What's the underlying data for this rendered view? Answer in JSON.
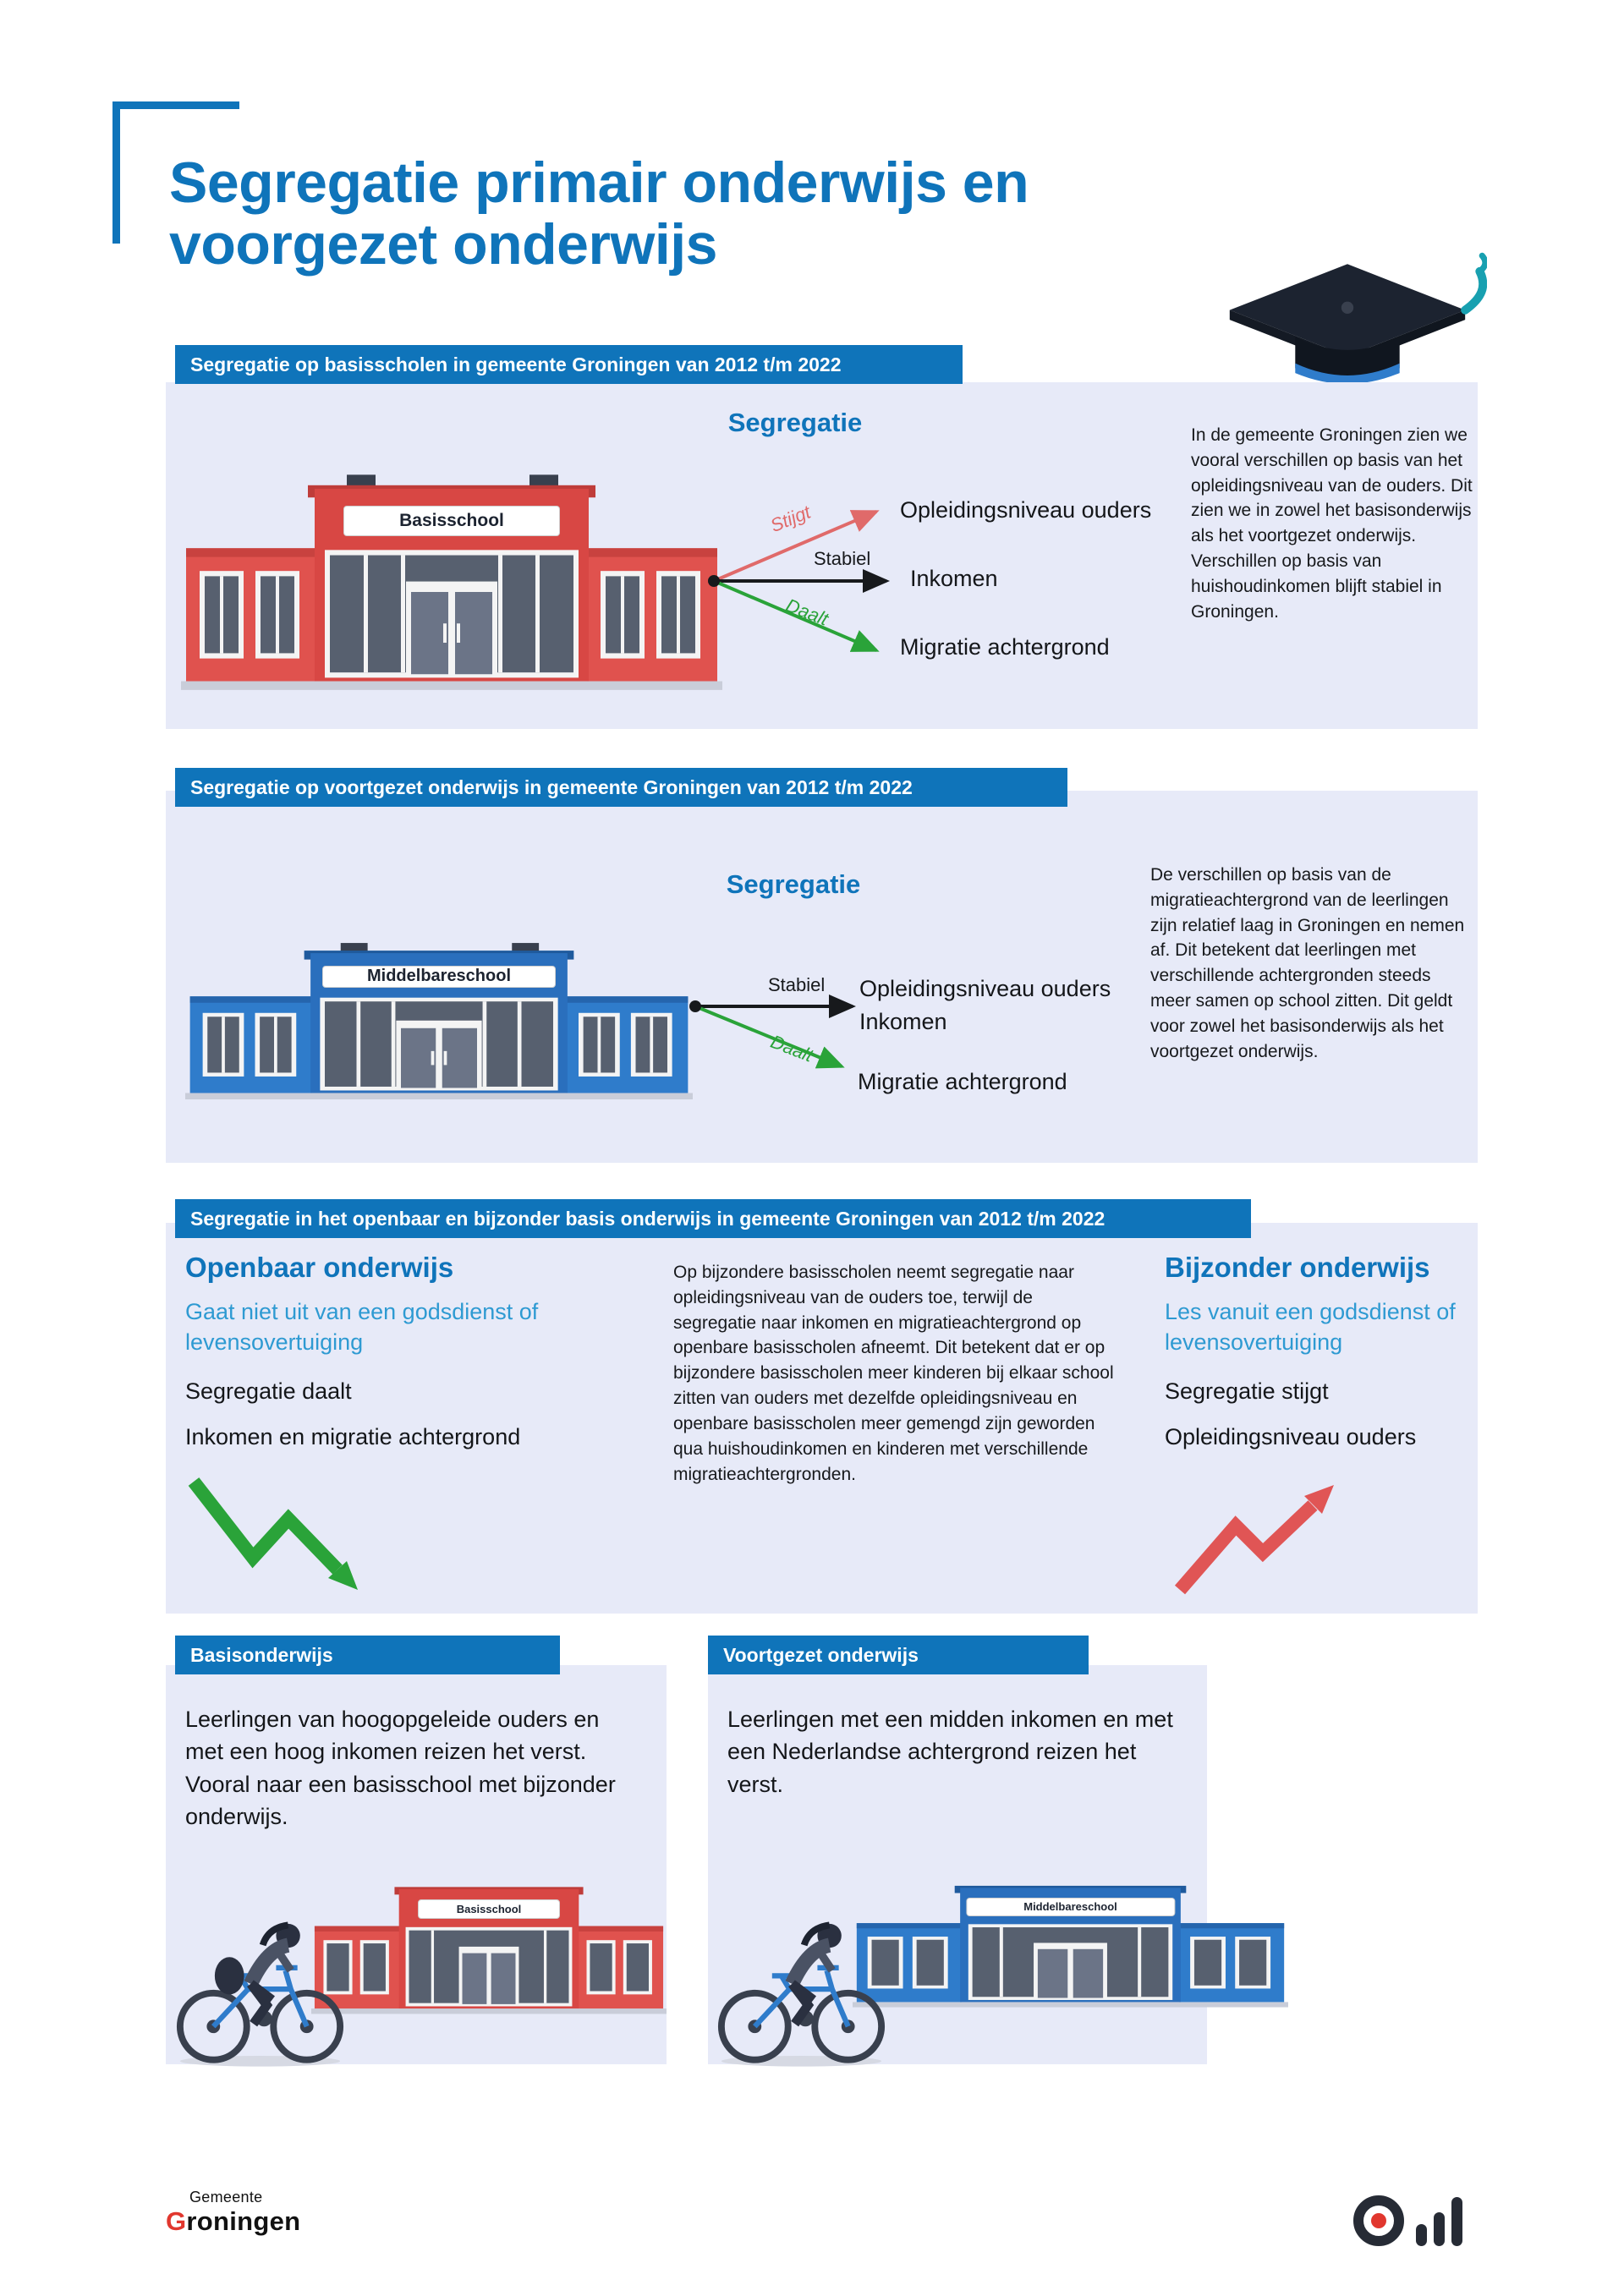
{
  "page": {
    "title": [
      "Segregatie primair onderwijs en",
      "voorgezet onderwijs"
    ]
  },
  "sections": {
    "basis": {
      "header": "Segregatie op basisscholen in gemeente Groningen van 2012 t/m 2022",
      "diagram_title": "Segregatie",
      "building_sign": "Basisschool",
      "arrow_up_label": "Stijgt",
      "arrow_flat_label": "Stabiel",
      "arrow_down_label": "Daalt",
      "target_up": "Opleidingsniveau ouders",
      "target_flat": "Inkomen",
      "target_down": "Migratie achtergrond",
      "body": "In de gemeente Groningen zien we vooral verschillen op basis van het opleidingsniveau van de ouders. Dit zien we in zowel het basisonderwijs als het voortgezet onderwijs. Verschillen op basis van huishoudinkomen blijft stabiel in Groningen."
    },
    "voortgezet": {
      "header": "Segregatie op voortgezet onderwijs in gemeente Groningen van 2012 t/m 2022",
      "diagram_title": "Segregatie",
      "building_sign": "Middelbareschool",
      "arrow_flat_label": "Stabiel",
      "arrow_down_label": "Daalt",
      "target_flat_line1": "Opleidingsniveau ouders",
      "target_flat_line2": "Inkomen",
      "target_down": "Migratie achtergrond",
      "body": "De verschillen op basis van de migratieachtergrond van de leerlingen zijn relatief laag in Groningen en nemen af. Dit betekent dat leerlingen met verschillende achtergronden steeds meer samen op school zitten. Dit geldt voor zowel het basisonderwijs als het voortgezet onderwijs."
    },
    "openbaar_bijzonder": {
      "header": "Segregatie in het openbaar en bijzonder basis onderwijs in gemeente Groningen van 2012 t/m 2022",
      "openbaar": {
        "title": "Openbaar onderwijs",
        "subtitle": "Gaat niet uit van een godsdienst of levensovertuiging",
        "line1": "Segregatie daalt",
        "line2": "Inkomen en migratie achtergrond"
      },
      "body": "Op bijzondere basisscholen neemt segregatie naar opleidingsniveau van de ouders toe, terwijl de segregatie naar inkomen en migratieachtergrond op openbare basisscholen afneemt. Dit betekent dat er op bijzondere basisscholen meer kinderen bij elkaar school zitten van ouders met dezelfde opleidingsniveau en openbare basisscholen meer gemengd zijn geworden qua huishoudinkomen en kinderen met verschillende migratieachtergronden.",
      "bijzonder": {
        "title": "Bijzonder onderwijs",
        "subtitle": "Les vanuit een godsdienst of levensovertuiging",
        "line1": "Segregatie stijgt",
        "line2": "Opleidingsniveau ouders"
      }
    },
    "basisonderwijs": {
      "header": "Basisonderwijs",
      "body": "Leerlingen van hoogopgeleide ouders en met een hoog inkomen reizen het verst. Vooral naar een basisschool met bijzonder onderwijs.",
      "building_sign": "Basisschool"
    },
    "voortgezet_onderwijs": {
      "header": "Voortgezet onderwijs",
      "body": "Leerlingen met een midden inkomen en met een Nederlandse achtergrond reizen het verst.",
      "building_sign": "Middelbareschool"
    }
  },
  "footer": {
    "gemeente_top": "Gemeente",
    "gemeente_g": "G",
    "gemeente_rest": "roningen"
  },
  "colors": {
    "primary_blue": "#0f74ba",
    "light_blue": "#2e9ad2",
    "panel_bg": "#e7eaf8",
    "building_red": "#e0524e",
    "building_blue": "#2f7ccb",
    "arrow_red": "#e06a6a",
    "arrow_green": "#2aa339",
    "zigzag_red": "#e05555",
    "dark_text": "#17191c"
  }
}
